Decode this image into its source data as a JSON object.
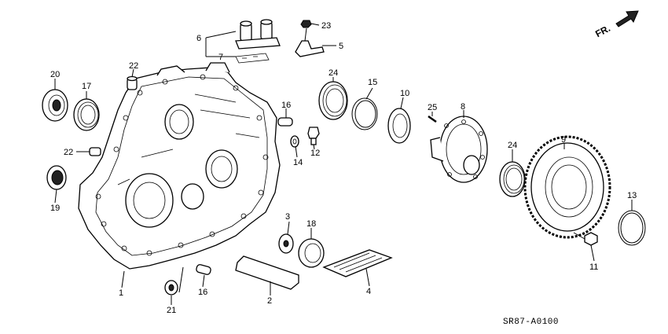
{
  "callouts": [
    "1",
    "2",
    "3",
    "4",
    "5",
    "6",
    "7",
    "8",
    "9",
    "10",
    "11",
    "12",
    "13",
    "14",
    "15",
    "16",
    "16",
    "17",
    "18",
    "19",
    "20",
    "21",
    "22",
    "22",
    "23",
    "24",
    "24",
    "25"
  ],
  "direction_arrow": "FR.",
  "diagram_code": "SR87-A0100",
  "icons": {
    "direction": "forward-arrow-icon"
  }
}
